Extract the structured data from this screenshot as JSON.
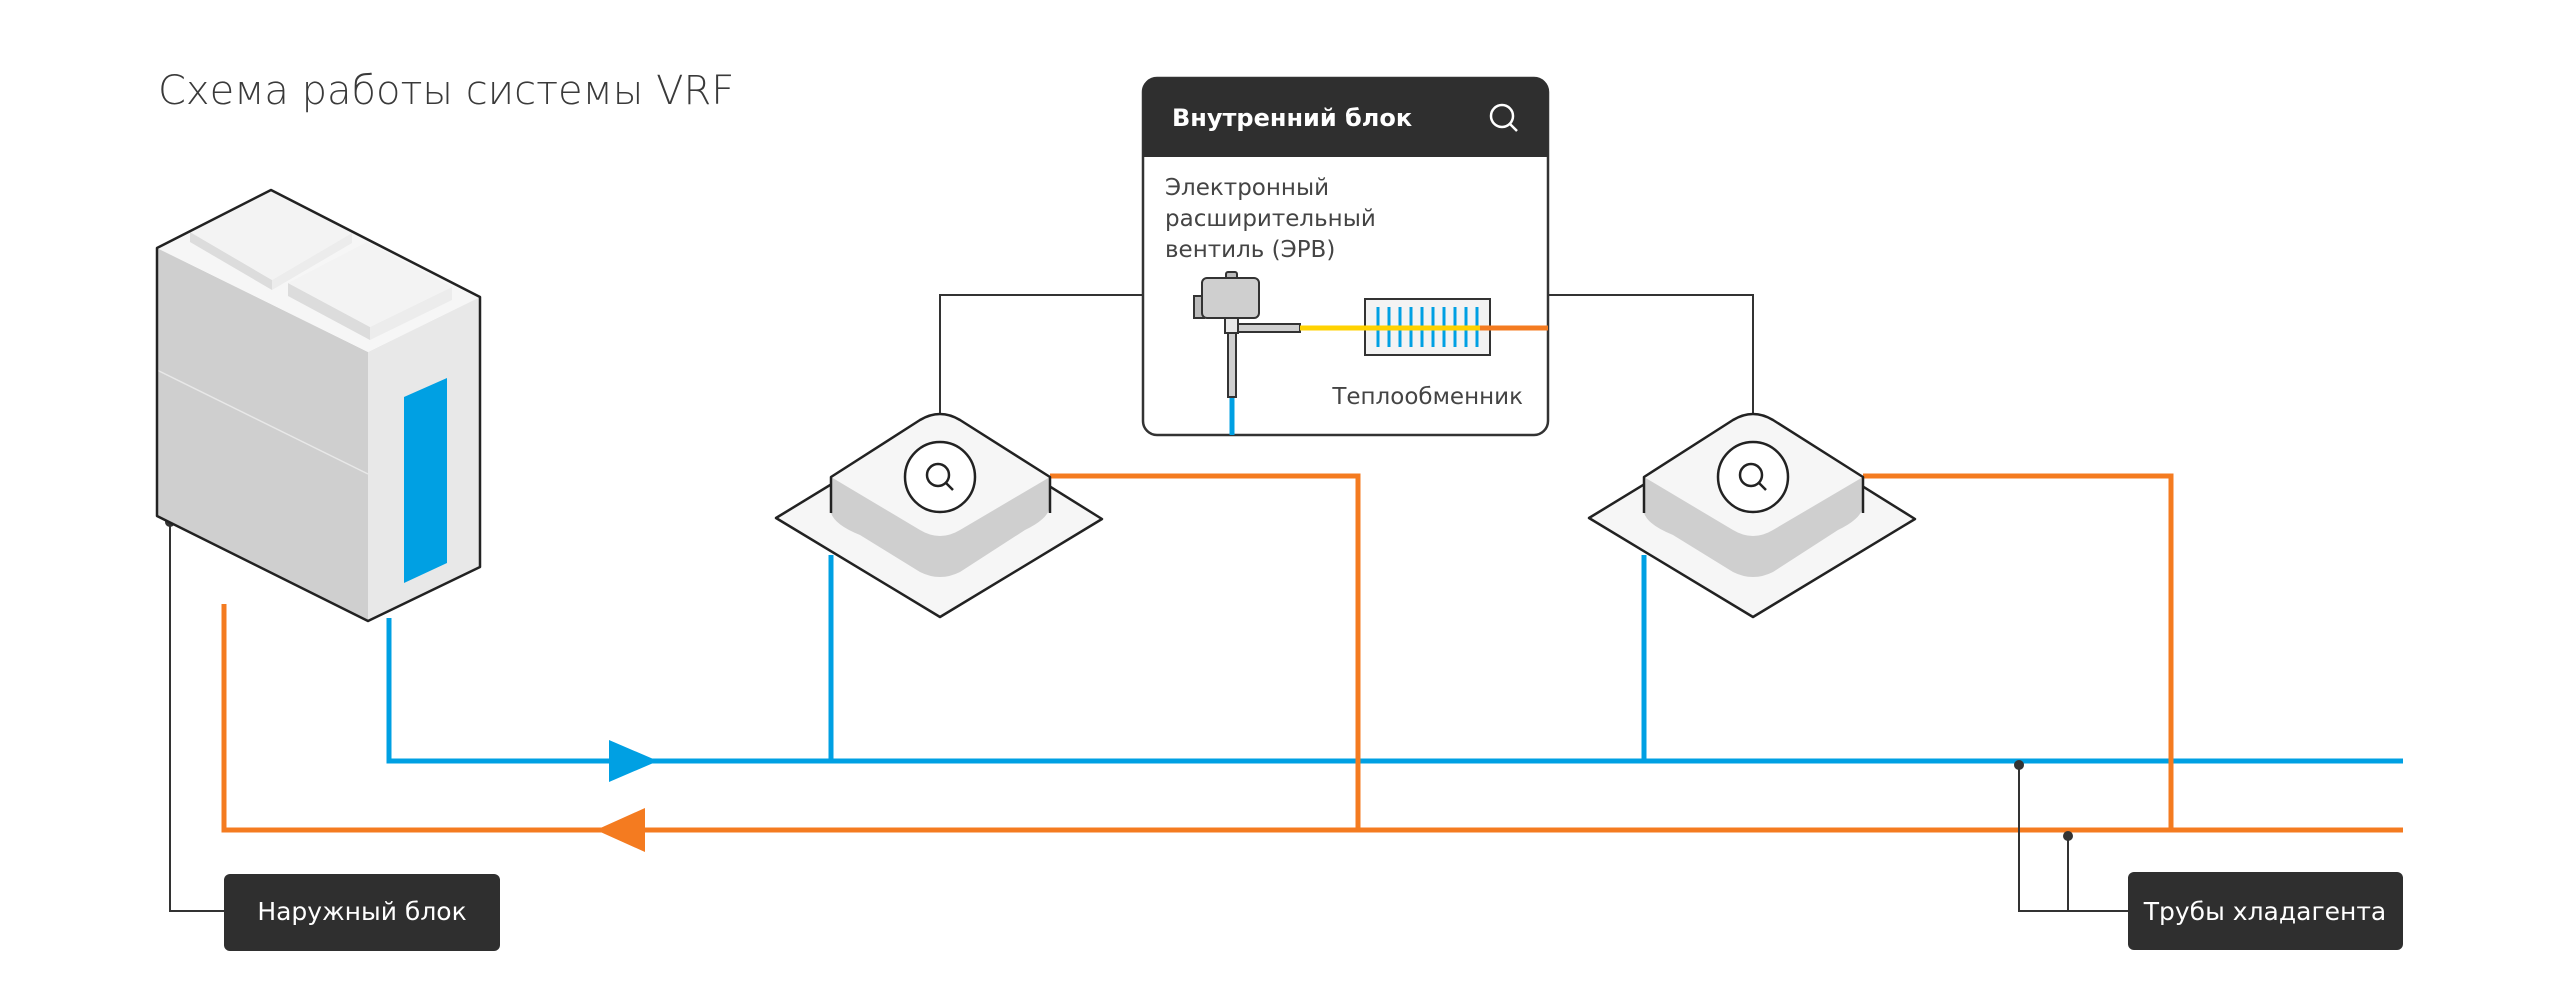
{
  "title": "Схема работы системы VRF",
  "indoor_panel": {
    "header": "Внутренний блок",
    "icon": "search-icon",
    "valve_label": [
      "Электронный",
      "расширительный",
      "вентиль (ЭРВ)"
    ],
    "exchanger_label": "Теплообменник"
  },
  "labels": {
    "outdoor": "Наружный блок",
    "pipes": "Трубы хладагента"
  },
  "colors": {
    "liquid_pipe": "#00a0e3",
    "gas_pipe": "#f47b20",
    "valve_output": "#ffd200",
    "label_bg": "#2f2f2f"
  }
}
